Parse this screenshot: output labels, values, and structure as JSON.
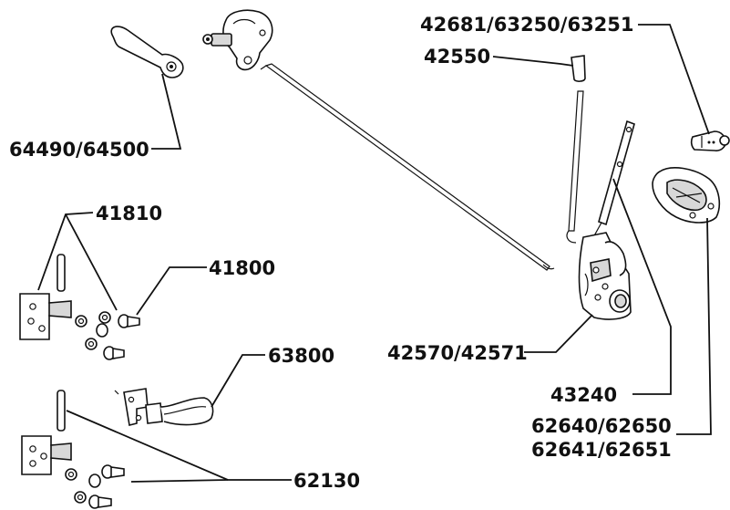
{
  "labels": {
    "l_42681": "42681/63250/63251",
    "l_42550": "42550",
    "l_64490": "64490/64500",
    "l_41810": "41810",
    "l_41800": "41800",
    "l_63800": "63800",
    "l_42570": "42570/42571",
    "l_43240": "43240",
    "l_62640": "62640/62650",
    "l_62641": "62641/62651",
    "l_62130": "62130"
  }
}
